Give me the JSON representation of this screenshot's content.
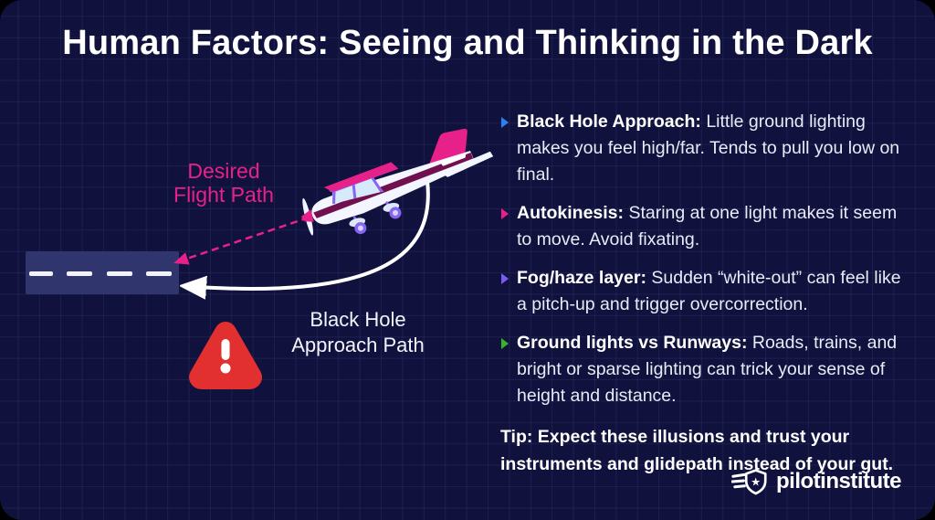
{
  "title": "Human Factors: Seeing and Thinking in the Dark",
  "diagram": {
    "desired_path_label": {
      "line1": "Desired",
      "line2": "Flight Path"
    },
    "approach_path_label": {
      "line1": "Black Hole",
      "line2": "Approach Path"
    },
    "icons": [
      "airplane-illustration",
      "runway",
      "warning-triangle-icon",
      "desired-path-dashed-arrow",
      "black-hole-approach-curved-arrow"
    ]
  },
  "bullets": [
    {
      "color": "#2e7ef0",
      "lead": "Black Hole Approach:",
      "text": "Little ground lighting makes you feel high/far. Tends to pull you low on final."
    },
    {
      "color": "#e8218a",
      "lead": "Autokinesis:",
      "text": "Staring at one light makes it seem to move. Avoid fixating."
    },
    {
      "color": "#7b5cf0",
      "lead": "Fog/haze layer:",
      "text": "Sudden “white-out” can feel like a pitch-up and trigger overcorrection."
    },
    {
      "color": "#35b42c",
      "lead": "Ground lights vs Runways:",
      "text": "Roads, trains, and bright or sparse lighting can trick your sense of height and distance."
    }
  ],
  "tip": "Tip: Expect these illusions and trust your instruments and glidepath instead of your gut.",
  "logo": {
    "text": "pilotinstitute",
    "icon": "winged-shield-star-icon"
  },
  "colors": {
    "background": "#10123d",
    "grid_line": "#262a5e",
    "accent_pink": "#e8218a",
    "runway_fill": "#31356d",
    "warning_red": "#e23030",
    "body_text": "#e9ebf7",
    "title_text": "#ffffff"
  }
}
